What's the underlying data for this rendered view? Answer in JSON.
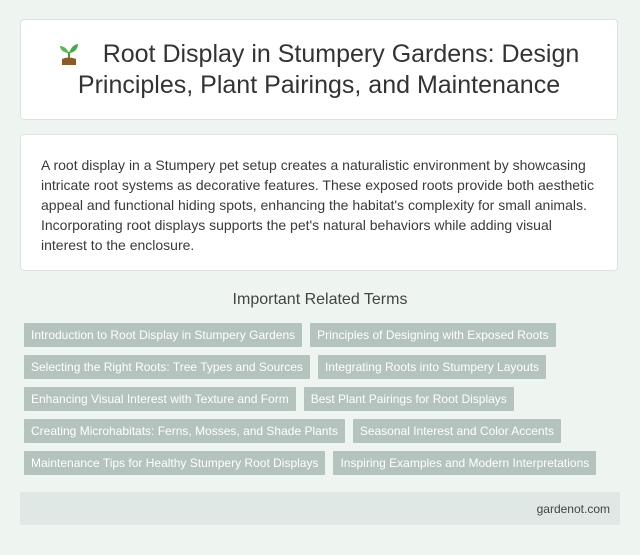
{
  "header": {
    "title": "Root Display in Stumpery Gardens: Design Principles, Plant Pairings, and Maintenance",
    "icon": "sprout-icon"
  },
  "description": "A root display in a Stumpery pet setup creates a naturalistic environment by showcasing intricate root systems as decorative features. These exposed roots provide both aesthetic appeal and functional hiding spots, enhancing the habitat's complexity for small animals. Incorporating root displays supports the pet's natural behaviors while adding visual interest to the enclosure.",
  "related": {
    "heading": "Important Related Terms",
    "rows": [
      [
        "Introduction to Root Display in Stumpery Gardens",
        "Principles of Designing with Exposed Roots"
      ],
      [
        "Selecting the Right Roots: Tree Types and Sources",
        "Integrating Roots into Stumpery Layouts"
      ],
      [
        "Enhancing Visual Interest with Texture and Form",
        "Best Plant Pairings for Root Displays"
      ],
      [
        "Creating Microhabitats: Ferns, Mosses, and Shade Plants",
        "Seasonal Interest and Color Accents"
      ],
      [
        "Maintenance Tips for Healthy Stumpery Root Displays",
        "Inspiring Examples and Modern Interpretations"
      ]
    ]
  },
  "footer": {
    "site": "gardenot.com"
  },
  "colors": {
    "background": "#eef5f1",
    "tag": "#b4c3bd",
    "footer": "#dfe8e4"
  }
}
